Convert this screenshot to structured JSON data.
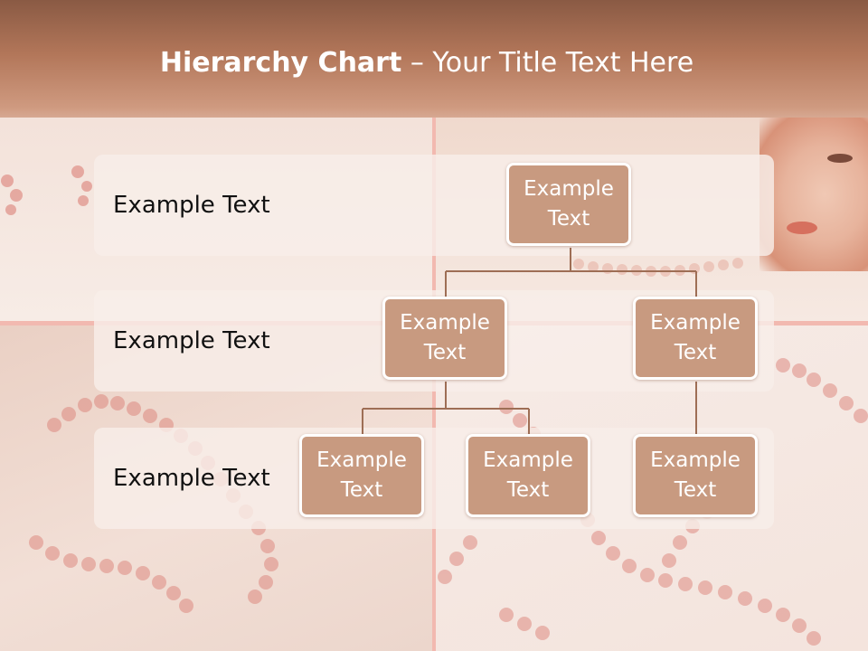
{
  "slide": {
    "title_bold": "Hierarchy Chart",
    "title_rest": " – Your Title Text Here"
  },
  "rows": [
    {
      "label": "Example Text"
    },
    {
      "label": "Example Text"
    },
    {
      "label": "Example Text"
    }
  ],
  "nodes": {
    "root": "Example\nText",
    "level2_left": "Example\nText",
    "level2_right": "Example\nText",
    "level3_a": "Example\nText",
    "level3_b": "Example\nText",
    "level3_c": "Example\nText"
  },
  "colors": {
    "node_fill": "#c89a80",
    "node_border": "#ffffff",
    "connector": "#9e6e55",
    "header": "#a86f54"
  }
}
